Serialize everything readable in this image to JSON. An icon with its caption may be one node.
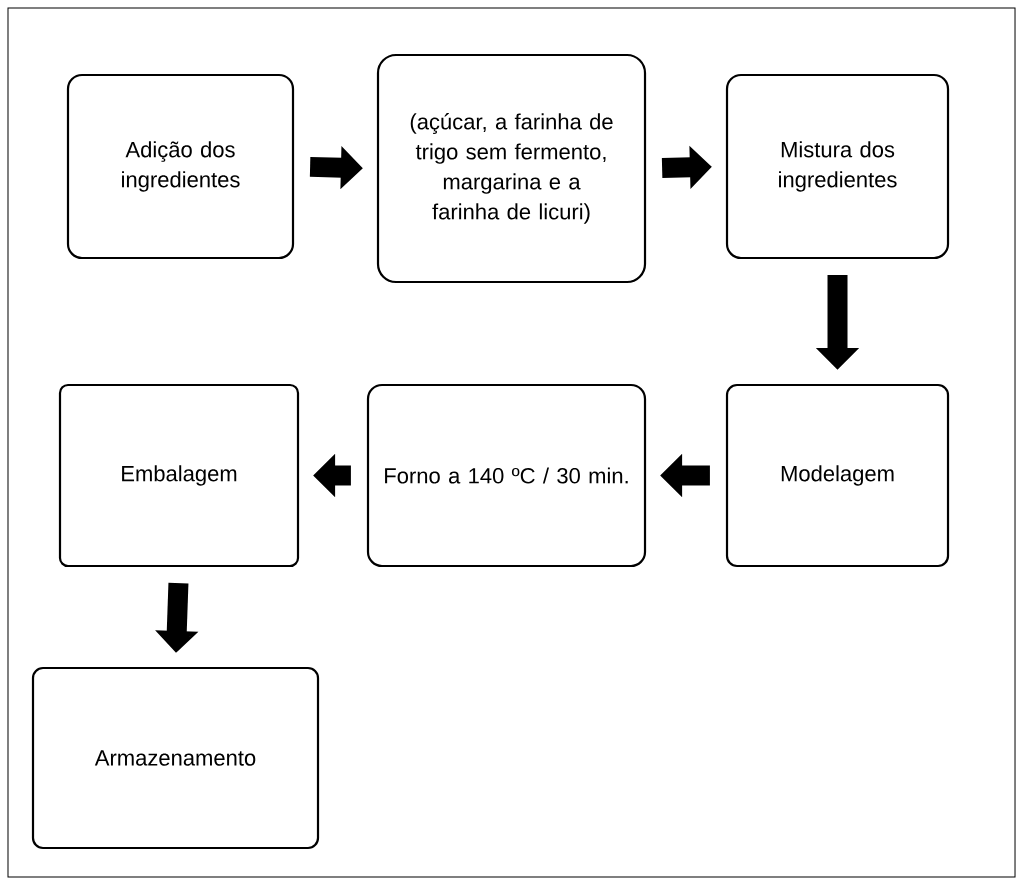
{
  "diagram": {
    "nodes": [
      {
        "text": [
          "Adição dos ingredientes"
        ]
      },
      {
        "text": [
          "(açúcar, a farinha de trigo sem fermento, margarina e a farinha de licuri)"
        ]
      },
      {
        "text": [
          "Mistura dos ingredientes"
        ]
      },
      {
        "text": [
          "Modelagem"
        ]
      },
      {
        "text": [
          "Forno a 140 ºC / 30 min."
        ]
      },
      {
        "text": [
          "Embalagem"
        ]
      },
      {
        "text": [
          "Armazenamento"
        ]
      }
    ],
    "edges": [
      {
        "from": 0,
        "to": 1,
        "arrow": "to"
      },
      {
        "from": 1,
        "to": 2,
        "arrow": "to"
      },
      {
        "from": 2,
        "to": 3,
        "arrow": "to"
      },
      {
        "from": 3,
        "to": 4,
        "arrow": "to"
      },
      {
        "from": 4,
        "to": 5,
        "arrow": "to"
      },
      {
        "from": 5,
        "to": 6,
        "arrow": "to"
      }
    ]
  }
}
